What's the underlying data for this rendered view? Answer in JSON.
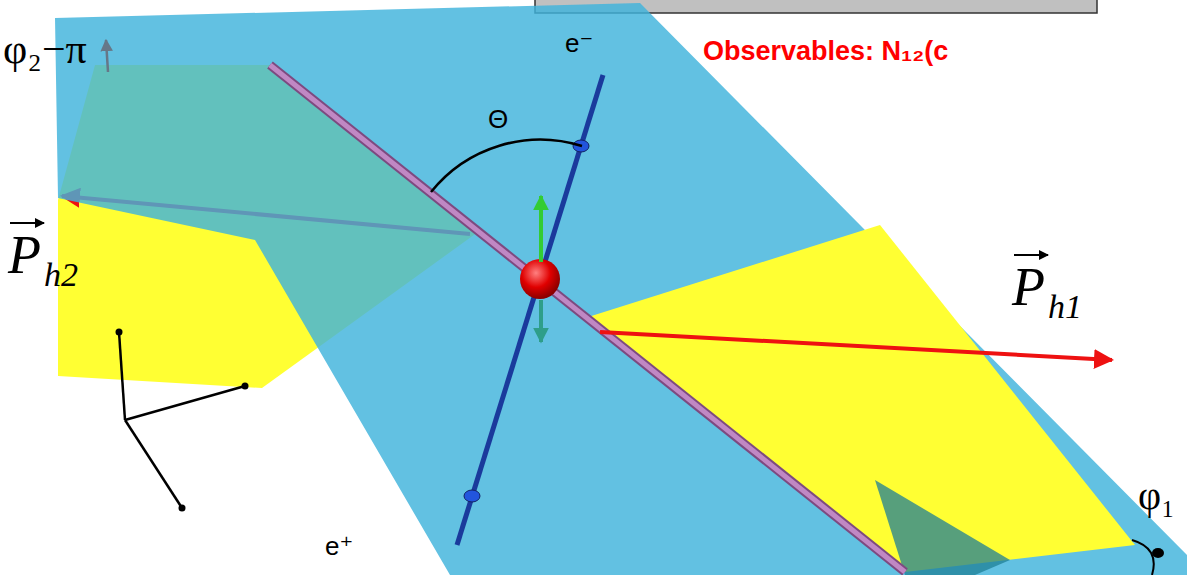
{
  "diagram": {
    "labels": [
      "φ₂−π",
      "Observables: N₁₂(c",
      "e⁻",
      "Θ",
      "P",
      "h2",
      "P",
      "h1",
      "φ₁",
      "e⁺"
    ]
  }
}
